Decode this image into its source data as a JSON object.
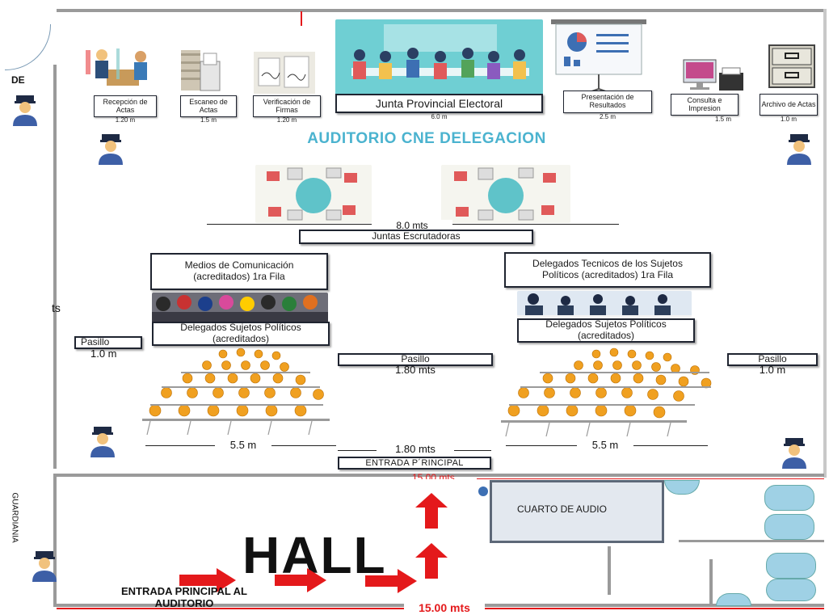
{
  "stations": [
    {
      "label": "Recepción de Actas",
      "measure": "1.20 m"
    },
    {
      "label": "Escaneo de Actas",
      "measure": "1.5 m"
    },
    {
      "label": "Verificación de Firmas",
      "measure": "1.20 m"
    },
    {
      "label": "Junta Provincial Electoral",
      "measure": "6.0 m"
    },
    {
      "label": "Presentación de Resultados",
      "measure": "2.5 m"
    },
    {
      "label": "Consulta e Impresion",
      "measure": "1.5 m"
    },
    {
      "label": "Archivo de Actas",
      "measure": "1.0 m"
    }
  ],
  "top_left_fragment": "DE",
  "left_fragment": "ts",
  "auditorium_title": "AUDITORIO CNE DELEGACION",
  "juntas": {
    "measure": "8.0 mts",
    "label": "Juntas Escrutadoras"
  },
  "left_block": {
    "media": "Medios de Comunicación (acreditados) 1ra Fila",
    "delegates": "Delegados Sujetos Políticos (acreditados)",
    "measure": "5.5 m"
  },
  "right_block": {
    "tech": "Delegados Tecnicos de los Sujetos Políticos (acreditados) 1ra Fila",
    "delegates": "Delegados Sujetos Políticos (acreditados)",
    "measure": "5.5 m"
  },
  "aisles": {
    "left": {
      "label": "Pasillo",
      "measure": "1.0 m"
    },
    "center": {
      "label": "Pasillo",
      "measure": "1.80 mts"
    },
    "right": {
      "label": "Pasillo",
      "measure": "1.0 m"
    },
    "center_bottom_measure": "1.80 mts"
  },
  "main_entrance": "ENTRADA P´RINCIPAL",
  "hall": {
    "title": "HALL",
    "audio_room": "CUARTO DE AUDIO",
    "guardiania": "GUARDIANIA",
    "entrance": "ENTRADA PRINCIPAL AL AUDITORIO",
    "bottom_measure": "15.00 mts",
    "red_top_measure": "15.00 mts"
  },
  "colors": {
    "title_blue": "#4bb3cf",
    "arrow_red": "#e4191b",
    "measure_red": "#e4191b",
    "seat_orange": "#f0a020",
    "audio_room_fill": "#e3e8ef"
  }
}
